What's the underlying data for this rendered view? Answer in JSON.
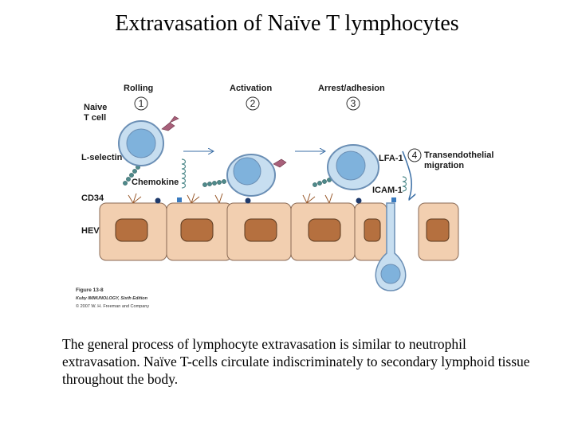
{
  "title": "Extravasation of Naïve T lymphocytes",
  "diagram": {
    "steps": [
      {
        "label": "Rolling",
        "number": "1"
      },
      {
        "label": "Activation",
        "number": "2"
      },
      {
        "label": "Arrest/adhesion",
        "number": "3"
      },
      {
        "label": "Transendothelial migration",
        "number": "4"
      }
    ],
    "labels": {
      "naive_t_cell": "Naive T cell",
      "l_selectin": "L-selectin",
      "chemokine": "Chemokine",
      "cd34": "CD34",
      "hev": "HEV",
      "lfa1": "LFA-1",
      "icam1": "ICAM-1"
    },
    "figure_caption": {
      "figure_number": "Figure 13-8",
      "book": "Kuby IMMUNOLOGY, Sixth Edition",
      "copyright": "© 2007 W. H. Freeman and Company"
    },
    "colors": {
      "cell_fill": "#c7def0",
      "cell_outline": "#6b8fb5",
      "nucleus": "#7fb2dc",
      "endothelium": "#f2cfb0",
      "endothelium_nucleus": "#b5703f",
      "selectin": "#4f8a8b",
      "chemokine": "#a8607a"
    }
  },
  "caption": "The general process of lymphocyte extravasation is similar to neutrophil extravasation. Naïve T-cells circulate indiscriminately to secondary lymphoid tissue throughout the body."
}
